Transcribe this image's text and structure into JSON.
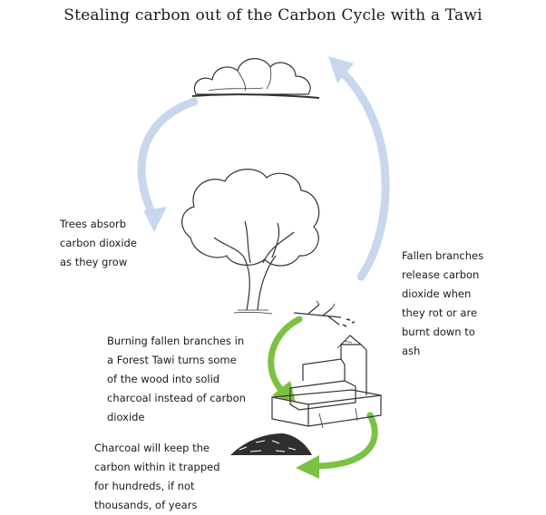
{
  "title": "Stealing carbon out of the Carbon Cycle with a Tawi",
  "labels": {
    "trees": [
      "Trees absorb",
      "carbon dioxide",
      "as they grow"
    ],
    "fallen": [
      "Fallen branches",
      "release carbon",
      "dioxide when",
      "they rot or are",
      "burnt down to",
      "ash"
    ],
    "burning": [
      "Burning fallen branches in",
      "a Forest Tawi turns some",
      "of the wood into solid",
      "charcoal instead of carbon",
      "dioxide"
    ],
    "charcoal": [
      "Charcoal will keep the",
      "carbon within it trapped",
      "for hundreds, if not",
      "thousands, of years"
    ]
  },
  "colors": {
    "cycle_arrow": "#c8d7ee",
    "tawi_arrow": "#7cc242",
    "sketch": "#333333"
  },
  "icons": [
    "cloud-icon",
    "tree-icon",
    "fallen-branches-icon",
    "tawi-stove-icon",
    "charcoal-pile-icon"
  ]
}
